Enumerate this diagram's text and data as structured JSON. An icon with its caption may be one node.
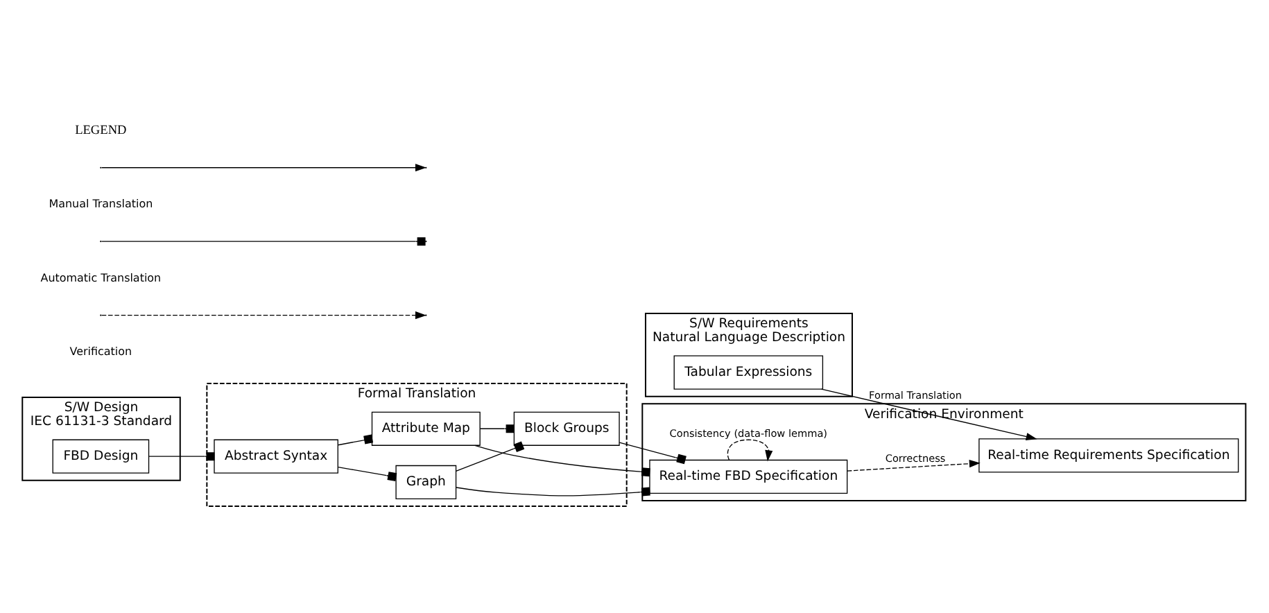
{
  "diagram": {
    "nodes": [
      {
        "text": [
          "S/W Requirements",
          "Natural Language Description"
        ]
      },
      {
        "text": [
          "Tabular Expressions"
        ],
        "in": 0
      },
      {
        "text": [
          "Verification Environment"
        ]
      },
      {
        "text": [
          "Real-time Requirements Specification"
        ],
        "in": 2
      },
      {
        "text": [
          "S/W Design",
          "IEC 61131-3 Standard"
        ]
      },
      {
        "text": [
          "FBD Design"
        ],
        "in": 4
      },
      {
        "text": [
          "Formal Translation"
        ]
      },
      {
        "text": [
          "Abstract Syntax"
        ],
        "in": 6
      },
      {
        "text": [
          "Attribute Map"
        ],
        "in": 6
      },
      {
        "text": [
          "Graph"
        ],
        "in": 6
      },
      {
        "text": [
          "Block Groups"
        ],
        "in": 6
      },
      {
        "text": [
          "Real-time FBD Specification"
        ],
        "in": 2
      }
    ],
    "edges": [
      {
        "from": 1,
        "to": 3,
        "arrow": "to",
        "label": "Formal Translation"
      },
      {
        "from": 5,
        "to": 7,
        "arrow": "other"
      },
      {
        "from": 7,
        "to": 8,
        "arrow": "other"
      },
      {
        "from": 7,
        "to": 9,
        "arrow": "other"
      },
      {
        "from": 8,
        "to": 10,
        "arrow": "other"
      },
      {
        "from": 8,
        "to": 11,
        "arrow": "other"
      },
      {
        "from": 9,
        "to": 10,
        "arrow": "other"
      },
      {
        "from": 9,
        "to": 11,
        "arrow": "other"
      },
      {
        "from": 10,
        "to": 11,
        "arrow": "other"
      },
      {
        "from": 11,
        "to": 3,
        "arrow": "to",
        "style": "dashed",
        "label": "Correctness"
      },
      {
        "from": 11,
        "to": 11,
        "arrow": "to",
        "style": "dashed",
        "label": "Consistency (data-flow lemma)"
      }
    ],
    "labels": [
      "LEGEND"
    ],
    "legend": [
      {
        "text": "Manual Translation"
      },
      {
        "text": "Automatic Translation"
      },
      {
        "text": "Verification"
      }
    ]
  }
}
